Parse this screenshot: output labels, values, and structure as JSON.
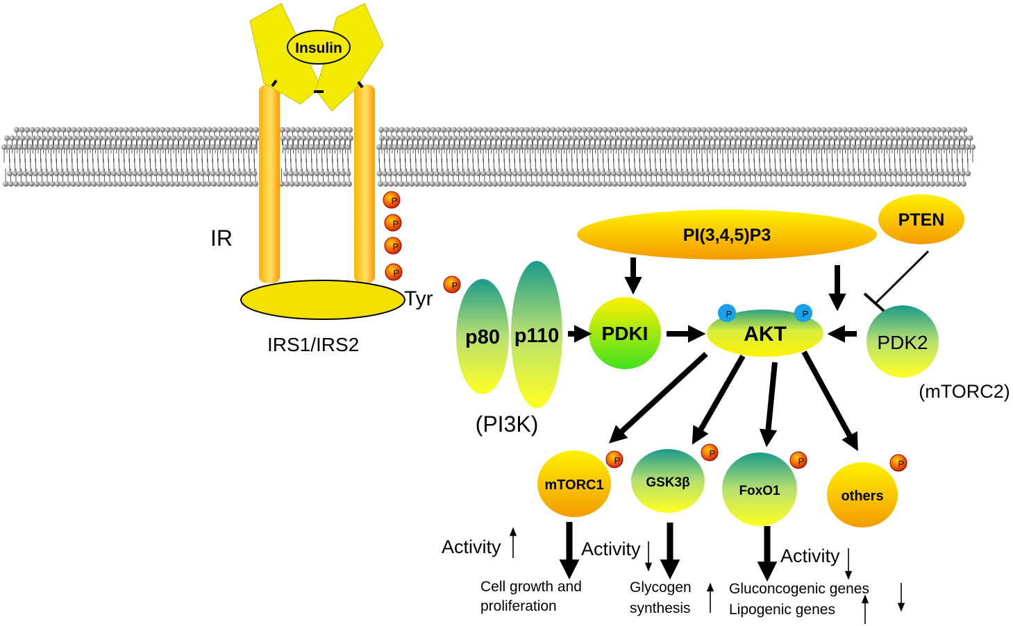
{
  "receptor": {
    "ligand_label": "Insulin",
    "receptor_label": "IR",
    "substrate_label": "IRS1/IRS2",
    "tyr_label": "Tyr"
  },
  "pi3k": {
    "p80_label": "p80",
    "p110_label": "p110",
    "group_label": "(PI3K)"
  },
  "lipid": {
    "label": "PI(3,4,5)P3"
  },
  "pten": {
    "label": "PTEN"
  },
  "pdk1": {
    "label": "PDKI"
  },
  "akt": {
    "label": "AKT"
  },
  "pdk2": {
    "label": "PDK2",
    "complex_label": "(mTORC2)"
  },
  "phospho_label": "P",
  "targets": [
    {
      "label": "mTORC1",
      "activity_label": "Activity",
      "activity_direction": "up",
      "outcome_lines": [
        "Cell growth and",
        "proliferation"
      ]
    },
    {
      "label": "GSK3β",
      "activity_label": "Activity",
      "activity_direction": "down",
      "outcome_lines": [
        "Glycogen",
        "synthesis"
      ],
      "outcome_direction": "up"
    },
    {
      "label": "FoxO1",
      "activity_label": "Activity",
      "activity_direction": "down",
      "outcome_lines": [
        "Gluconcogenic genes",
        "Lipogenic genes"
      ],
      "outcome_directions": [
        "down",
        "up"
      ]
    },
    {
      "label": "others"
    }
  ],
  "colors": {
    "receptor_yellow": "#f2ea00",
    "ir_orange": "#ffa000",
    "phospho_red": "#e03000",
    "akt_phospho_blue": "#1aa0e8",
    "teal": "#1a9a8a",
    "green": "#40e020",
    "arrow": "#000000"
  }
}
